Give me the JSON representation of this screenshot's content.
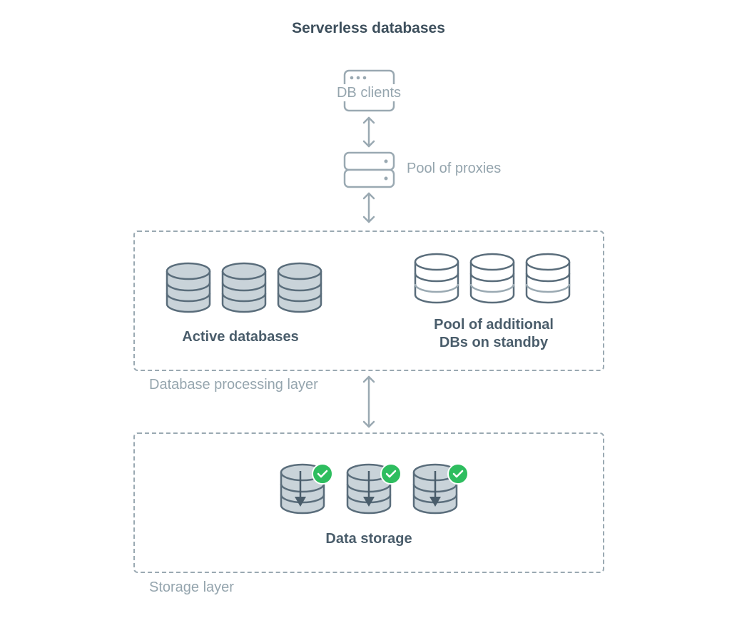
{
  "title": "Serverless databases",
  "nodes": {
    "db_clients": "DB clients",
    "pool_of_proxies": "Pool of proxies",
    "active_databases": "Active databases",
    "standby_pool": [
      "Pool of additional",
      "DBs on standby"
    ],
    "data_storage": "Data storage"
  },
  "layers": {
    "processing": "Database processing layer",
    "storage": "Storage layer"
  },
  "colors": {
    "stroke": "#5a6d7b",
    "light_stroke": "#9aa9b2",
    "db_fill": "#c9d3d9",
    "check": "#2ebd5f"
  }
}
